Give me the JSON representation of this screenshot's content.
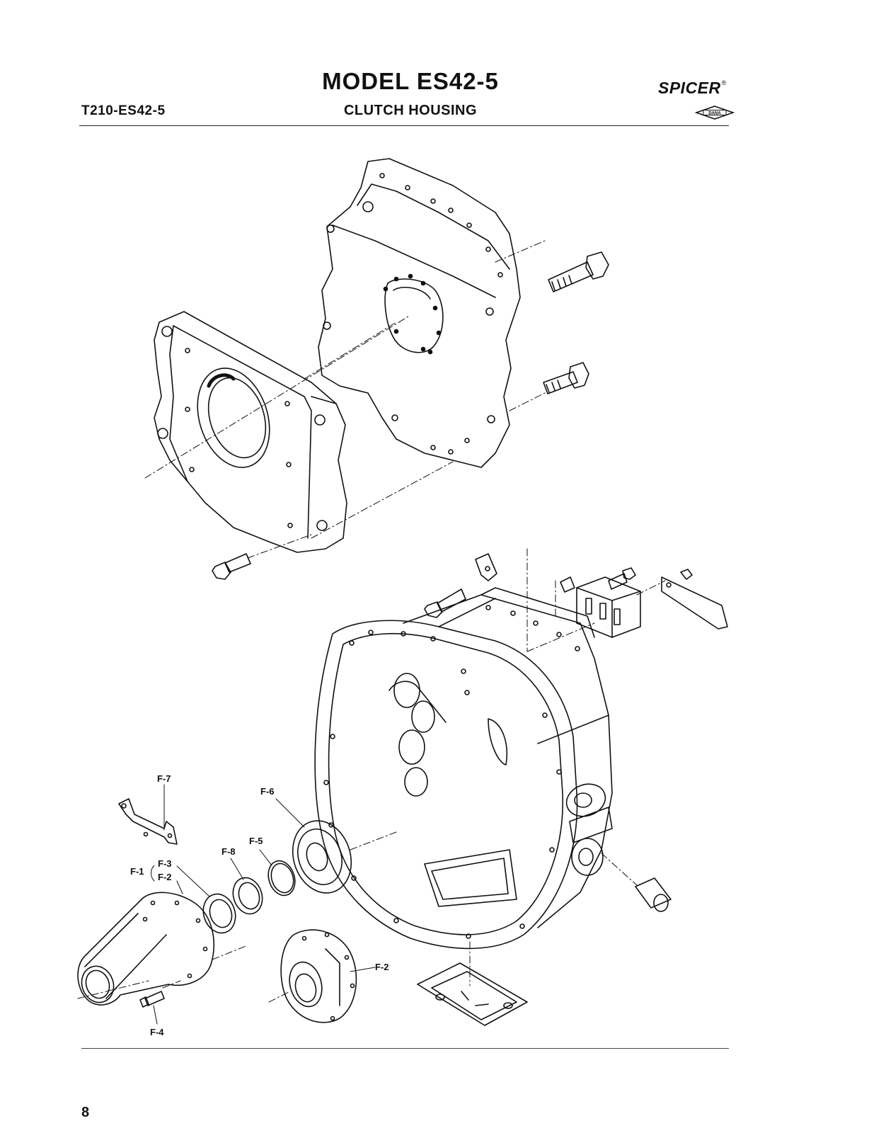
{
  "header": {
    "doc_code": "T210-ES42-5",
    "title": "MODEL ES42-5",
    "subtitle": "CLUTCH HOUSING",
    "brand": "SPICER",
    "brand_mark": "®",
    "logo_text": "DANA"
  },
  "callouts": {
    "f7": "F-7",
    "f6": "F-6",
    "f5": "F-5",
    "f8": "F-8",
    "f3": "F-3",
    "f1": "F-1",
    "f2_left": "F-2",
    "f2_right": "F-2",
    "f4": "F-4"
  },
  "footer": {
    "page_number": "8"
  }
}
